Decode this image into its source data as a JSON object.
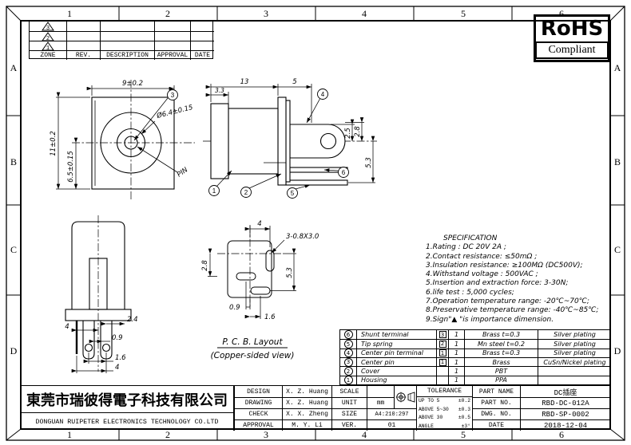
{
  "zones": {
    "top": [
      "1",
      "2",
      "3",
      "4",
      "5",
      "6"
    ],
    "bottom": [
      "1",
      "2",
      "3",
      "4",
      "5",
      "6"
    ],
    "left": [
      "A",
      "B",
      "C",
      "D"
    ],
    "right": [
      "A",
      "B",
      "C",
      "D"
    ]
  },
  "revision_table": {
    "headers": [
      "ZONE",
      "REV.",
      "DESCRIPTION",
      "APPROVAL",
      "DATE"
    ],
    "rows": [
      {
        "marker": "3"
      },
      {
        "marker": "2"
      },
      {
        "marker": "1"
      }
    ]
  },
  "rohs": {
    "line1": "RoHS",
    "line2": "Compliant"
  },
  "views": {
    "front": {
      "callout_center_pin": "3",
      "dim_width": "9±0.2",
      "dim_height": "11±0.2",
      "dim_center_height": "6.5±0.15",
      "dim_diameter": "Ø6.4±0.15",
      "pin_label": "PIN"
    },
    "side": {
      "dim_length": "13",
      "dim_cap": "3.3",
      "dim_terminal": "5",
      "dim_25": "2.5",
      "dim_28": "2.8",
      "dim_53": "5.3",
      "callout_housing": "1",
      "callout_cover": "2",
      "callout_center_pin_terminal": "4",
      "callout_tip_spring": "5",
      "callout_shunt_terminal": "6"
    },
    "bottom": {
      "dim_left": "4",
      "dim_24": "2.4",
      "dim_09": "0.9",
      "dim_16": "1.6",
      "dim_bottom": "4"
    },
    "pcb": {
      "dim_top": "4",
      "slot_callout": "3-0.8X3.0",
      "dim_28": "2.8",
      "dim_53": "5.3",
      "dim_09": "0.9",
      "dim_16": "1.6",
      "caption_line1": "P. C. B. Layout",
      "caption_line2": "(Copper-sided view)"
    }
  },
  "specification": {
    "title": "SPECIFICATION",
    "lines": [
      "1.Rating :  DC 20V 2A ;",
      "2.Contact resistance: ≤50mΩ ;",
      "3.Insulation resistance: ≥100MΩ (DC500V);",
      "4.Withstand voltage : 500VAC ;",
      "5.Insertion and extraction force: 3-30N;",
      "6.life test : 5,000 cycles;",
      "7.Operation temperature range: -20℃~70℃;",
      "8.Preservative temperature range: -40℃~85℃;",
      "9.Sign\"▲ \"is importance dimension."
    ]
  },
  "parts_table": {
    "rows": [
      {
        "no": "6",
        "name": "Shunt terminal",
        "rev": "3",
        "qty": "1",
        "material": "Brass t=0.3",
        "plating": "Silver plating"
      },
      {
        "no": "5",
        "name": "Tip spring",
        "rev": "2",
        "qty": "1",
        "material": "Mn steel t=0.2",
        "plating": "Silver plating"
      },
      {
        "no": "4",
        "name": "Center pin terminal",
        "rev": "1",
        "qty": "1",
        "material": "Brass t=0.3",
        "plating": "Silver plating"
      },
      {
        "no": "3",
        "name": "Center pin",
        "rev": "1",
        "qty": "1",
        "material": "Brass",
        "plating": "CuSn/Nickel plating"
      },
      {
        "no": "2",
        "name": "Cover",
        "rev": "",
        "qty": "1",
        "material": "PBT",
        "plating": ""
      },
      {
        "no": "1",
        "name": "Housing",
        "rev": "",
        "qty": "1",
        "material": "PPA",
        "plating": ""
      }
    ]
  },
  "title_block": {
    "company_cn": "東莞市瑞彼得電子科技有限公司",
    "company_en": "DONGUAN RUIPETER ELECTRONICS TECHNOLOGY CO.LTD",
    "sign_rows": [
      {
        "label": "DESIGN",
        "value": "X. Z. Huang"
      },
      {
        "label": "DRAWING",
        "value": "X. Z. Huang"
      },
      {
        "label": "CHECK",
        "value": "X. X. Zheng"
      },
      {
        "label": "APPROVAL",
        "value": "M. Y. Li"
      }
    ],
    "info_rows": [
      {
        "label": "SCALE",
        "value": ""
      },
      {
        "label": "UNIT",
        "value": "mm"
      },
      {
        "label": "SIZE",
        "value": "A4:210:297"
      },
      {
        "label": "VER.",
        "value": "01"
      }
    ],
    "tolerance": {
      "title": "TOLERANCE",
      "rows": [
        {
          "range": "UP TO 5",
          "value": "±0.2"
        },
        {
          "range": "ABOVE 5~30",
          "value": "±0.3"
        },
        {
          "range": "ABOVE 30",
          "value": "±0.5"
        },
        {
          "range": "ANGLE",
          "value": "±3°"
        }
      ]
    },
    "part_rows": [
      {
        "label": "PART NAME",
        "value": "DC插座"
      },
      {
        "label": "PART NO.",
        "value": "RBD-DC-012A"
      },
      {
        "label": "DWG. NO.",
        "value": "RBD-SP-0002"
      },
      {
        "label": "DATE",
        "value": "2018-12-04"
      }
    ]
  }
}
